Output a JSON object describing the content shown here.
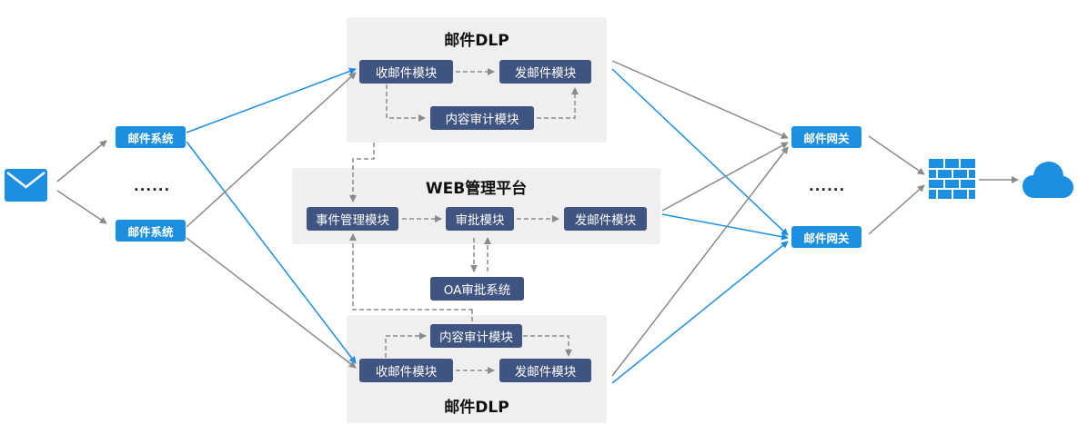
{
  "colors": {
    "blue": "#1d8fe1",
    "gray": "#8a8a8a",
    "module": "#3f5480",
    "panel": "#efefef"
  },
  "icons": {
    "mail": "mail-icon",
    "firewall": "firewall-icon",
    "cloud": "cloud-icon"
  },
  "dlp_top": {
    "title": "邮件DLP",
    "receive": "收邮件模块",
    "send": "发邮件模块",
    "audit": "内容审计模块"
  },
  "web": {
    "title": "WEB管理平台",
    "event": "事件管理模块",
    "approve": "审批模块",
    "send": "发邮件模块"
  },
  "oa": {
    "label": "OA审批系统"
  },
  "dlp_bottom": {
    "title": "邮件DLP",
    "receive": "收邮件模块",
    "send": "发邮件模块",
    "audit": "内容审计模块"
  },
  "left": {
    "system1": "邮件系统",
    "system2": "邮件系统",
    "dots": "......"
  },
  "right": {
    "gateway1": "邮件网关",
    "gateway2": "邮件网关",
    "dots": "......"
  }
}
